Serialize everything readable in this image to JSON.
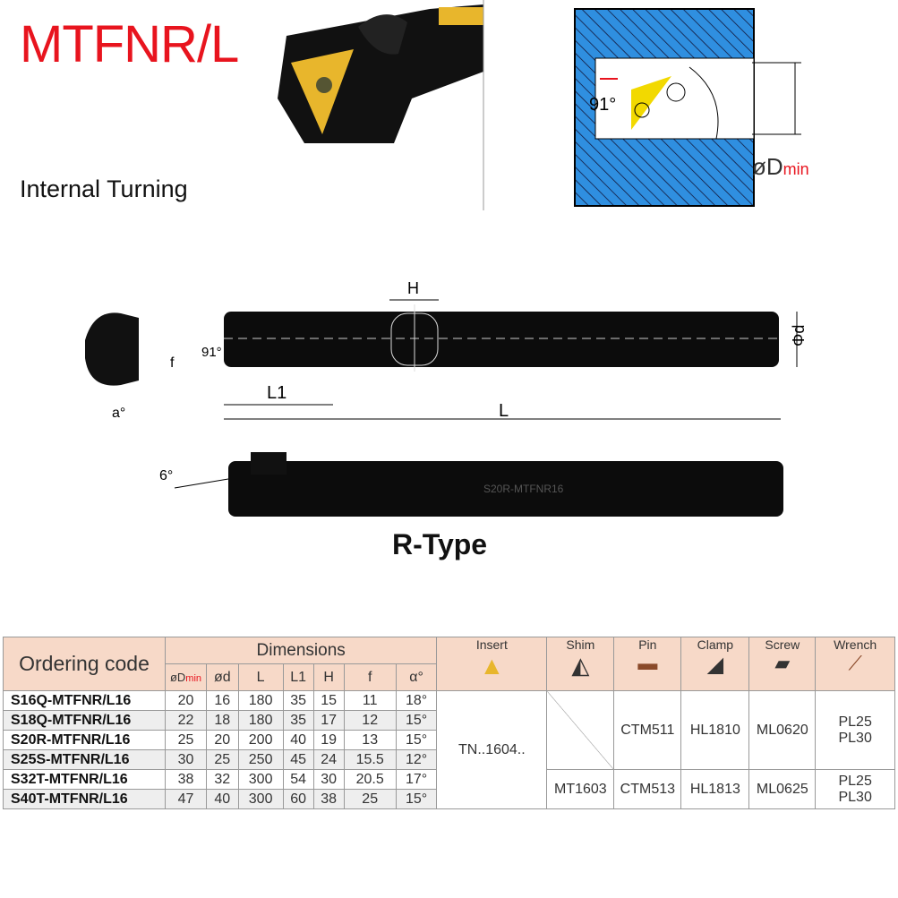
{
  "header": {
    "title": "MTFNR/L",
    "subtitle": "Internal Turning"
  },
  "diagram": {
    "angle_label": "91°",
    "dmin_label": "øD",
    "dmin_sub": "min"
  },
  "drawing": {
    "h": "H",
    "f": "f",
    "angle": "91°",
    "phid": "Φd",
    "l1": "L1",
    "l": "L",
    "alpha": "a°",
    "side_angle": "6°",
    "bar_marking": "S20R-MTFNR16",
    "type_label": "R-Type"
  },
  "table": {
    "ordering_code": "Ordering code",
    "dimensions": "Dimensions",
    "dim_cols": [
      "ød",
      "L",
      "L1",
      "H",
      "f",
      "α°"
    ],
    "dmin": "øD",
    "dmin_sub": "min",
    "part_cols": [
      "Insert",
      "Shim",
      "Pin",
      "Clamp",
      "Screw",
      "Wrench"
    ],
    "rows": [
      {
        "code": "S16Q-MTFNR/L16",
        "v": [
          "20",
          "16",
          "180",
          "35",
          "15",
          "11",
          "18°"
        ]
      },
      {
        "code": "S18Q-MTFNR/L16",
        "v": [
          "22",
          "18",
          "180",
          "35",
          "17",
          "12",
          "15°"
        ]
      },
      {
        "code": "S20R-MTFNR/L16",
        "v": [
          "25",
          "20",
          "200",
          "40",
          "19",
          "13",
          "15°"
        ]
      },
      {
        "code": "S25S-MTFNR/L16",
        "v": [
          "30",
          "25",
          "250",
          "45",
          "24",
          "15.5",
          "12°"
        ]
      },
      {
        "code": "S32T-MTFNR/L16",
        "v": [
          "38",
          "32",
          "300",
          "54",
          "30",
          "20.5",
          "17°"
        ]
      },
      {
        "code": "S40T-MTFNR/L16",
        "v": [
          "47",
          "40",
          "300",
          "60",
          "38",
          "25",
          "15°"
        ]
      }
    ],
    "insert": "TN..1604..",
    "group1": {
      "pin": "CTM511",
      "clamp": "HL1810",
      "screw": "ML0620",
      "wrench1": "PL25",
      "wrench2": "PL30"
    },
    "group2": {
      "shim": "MT1603",
      "pin": "CTM513",
      "clamp": "HL1813",
      "screw": "ML0625",
      "wrench1": "PL25",
      "wrench2": "PL30"
    }
  }
}
